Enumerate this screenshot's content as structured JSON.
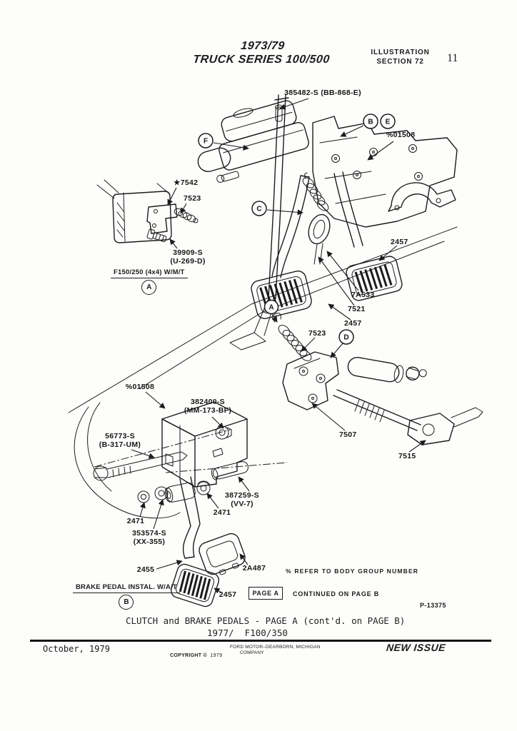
{
  "header": {
    "title_line1": "1973/79",
    "title_line2": "TRUCK SERIES 100/500",
    "section_line1": "ILLUSTRATION",
    "section_line2": "SECTION 72",
    "page_number": "11"
  },
  "diagram": {
    "callouts": {
      "a": "A",
      "b": "B",
      "c": "C",
      "d": "D",
      "e": "E",
      "f": "F"
    },
    "inset_front_bracket": {
      "caption": "F150/250 (4x4) W/M/T",
      "part_7542": "★7542",
      "part_7523": "7523",
      "part_39909": "39909-S",
      "part_39909_code": "(U-269-D)"
    },
    "main_assembly": {
      "part_385482": "385482-S (BB-868-E)",
      "body_group_ref": "%01508",
      "part_2457": "2457",
      "part_7A533": "7A533",
      "part_7521": "7521",
      "part_7523": "7523",
      "part_7507": "7507",
      "part_7515": "7515"
    },
    "inset_brake_pedal": {
      "caption": "BRAKE PEDAL INSTAL. W/A/T",
      "body_group_ref": "%01508",
      "part_382400": "382400-S",
      "part_382400_code": "(MM-173-BF)",
      "part_56773": "56773-S",
      "part_56773_code": "(B-317-UM)",
      "part_387259": "387259-S",
      "part_387259_code": "(VV-7)",
      "part_2471": "2471",
      "part_353574": "353574-S",
      "part_353574_code": "(XX-355)",
      "part_2455": "2455",
      "part_2A487": "2A487",
      "part_2457": "2457"
    },
    "notes": {
      "body_group_note": "% REFER TO BODY GROUP NUMBER",
      "page_box_label": "PAGE A",
      "continued_note": "CONTINUED ON PAGE B",
      "plate_number": "P-13375"
    }
  },
  "caption": {
    "line1": "CLUTCH and BRAKE PEDALS - PAGE A (cont'd. on PAGE B)",
    "line2": "1977/  F100/350"
  },
  "footer": {
    "date": "October, 1979",
    "copyright_label": "COPYRIGHT ©",
    "copyright_year": "1979",
    "company_line1": "FORD MOTOR–DEARBORN, MICHIGAN",
    "company_line2": "COMPANY",
    "issue_status": "NEW ISSUE"
  },
  "colors": {
    "ink": "#1c1c1c",
    "paper": "#fdfdfb"
  }
}
